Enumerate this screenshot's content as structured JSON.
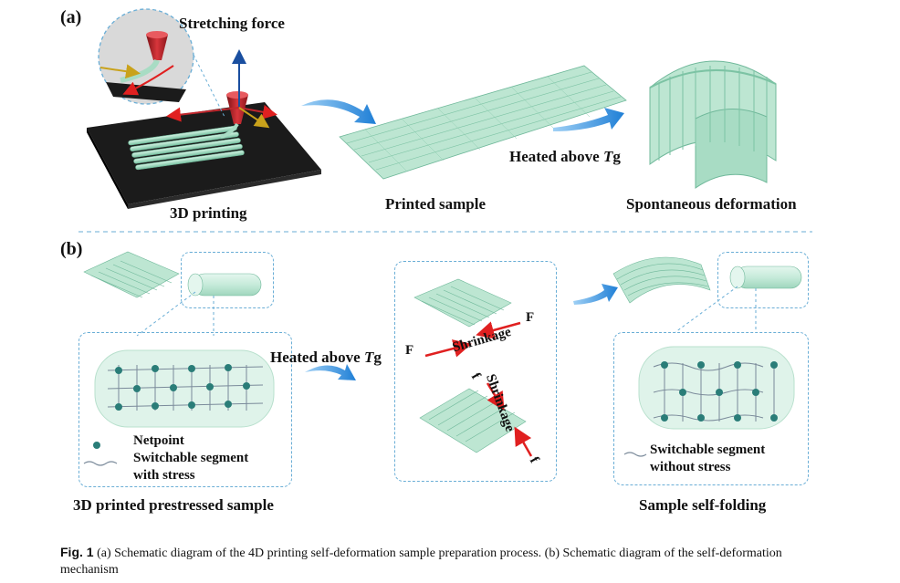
{
  "panel_a": {
    "tag": "(a)",
    "stretching_force": "Stretching force",
    "step_3d_printing": "3D printing",
    "step_printed_sample": "Printed sample",
    "heated_prefix": "Heated above ",
    "heated_T": "T",
    "heated_g": "g",
    "step_spontaneous": "Spontaneous deformation"
  },
  "panel_b": {
    "tag": "(b)",
    "heated_prefix": "Heated above ",
    "heated_T": "T",
    "heated_g": "g",
    "force_F": "F",
    "force_f": "f",
    "shrinkage": "Shrinkage",
    "legend_netpoint": "Netpoint",
    "legend_switchable_stress_1": "Switchable segment",
    "legend_switchable_stress_2": "with stress",
    "legend_switchable_nostress_1": "Switchable segment",
    "legend_switchable_nostress_2": "without stress",
    "title_prestressed": "3D printed prestressed sample",
    "title_selffolding": "Sample self-folding"
  },
  "caption": {
    "fig_label": "Fig. 1",
    "text_line1": " (a) Schematic diagram of the 4D printing self-deformation sample preparation process. (b) Schematic diagram of the self-deformation",
    "text_line2": "mechanism"
  },
  "colors": {
    "filament": "#a8dcc4",
    "filament_edge": "#6fb89a",
    "platform": "#1b1b1b",
    "nozzle": "#c0272d",
    "arrow_blue": "#2f86d6",
    "dash_blue": "#6aaed6",
    "netpoint": "#2a7d78",
    "red_arrow": "#e02020"
  }
}
